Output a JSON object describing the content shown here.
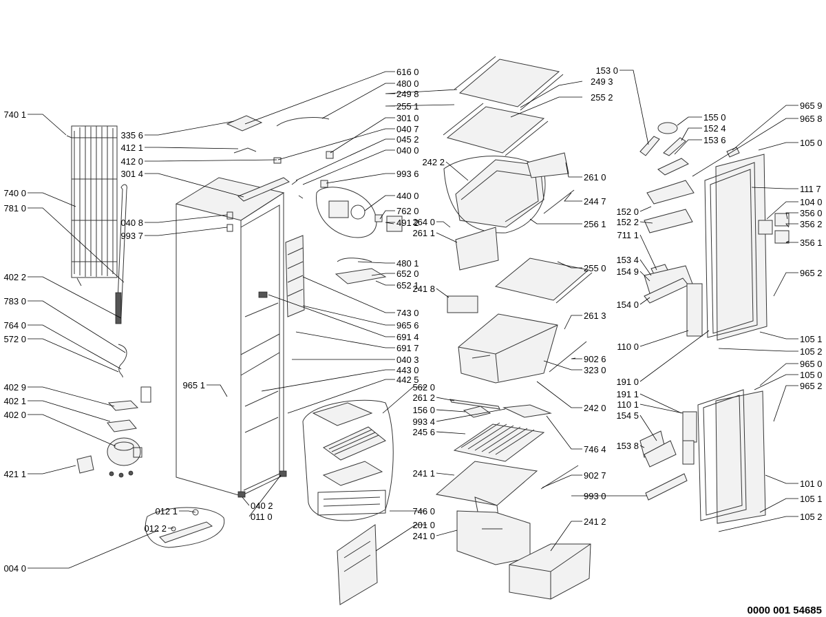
{
  "diagram_code": "0000 001 54685",
  "callouts": [
    {
      "id": "740-1",
      "text": "740 1"
    },
    {
      "id": "740-0",
      "text": "740 0"
    },
    {
      "id": "781-0",
      "text": "781 0"
    },
    {
      "id": "402-2",
      "text": "402 2"
    },
    {
      "id": "783-0",
      "text": "783 0"
    },
    {
      "id": "764-0",
      "text": "764 0"
    },
    {
      "id": "572-0",
      "text": "572 0"
    },
    {
      "id": "402-9",
      "text": "402 9"
    },
    {
      "id": "402-1",
      "text": "402 1"
    },
    {
      "id": "402-0",
      "text": "402 0"
    },
    {
      "id": "421-1",
      "text": "421 1"
    },
    {
      "id": "004-0",
      "text": "004 0"
    },
    {
      "id": "335-6",
      "text": "335 6"
    },
    {
      "id": "412-1",
      "text": "412 1"
    },
    {
      "id": "412-0",
      "text": "412 0"
    },
    {
      "id": "301-4",
      "text": "301 4"
    },
    {
      "id": "040-8",
      "text": "040 8"
    },
    {
      "id": "993-7",
      "text": "993 7"
    },
    {
      "id": "965-1a",
      "text": "965 1"
    },
    {
      "id": "012-1",
      "text": "012 1"
    },
    {
      "id": "012-2",
      "text": "012 2"
    },
    {
      "id": "040-2",
      "text": "040 2"
    },
    {
      "id": "011-0",
      "text": "011 0"
    },
    {
      "id": "616-0",
      "text": "616 0"
    },
    {
      "id": "480-0",
      "text": "480 0"
    },
    {
      "id": "249-8",
      "text": "249 8"
    },
    {
      "id": "255-1",
      "text": "255 1"
    },
    {
      "id": "301-0",
      "text": "301 0"
    },
    {
      "id": "040-7",
      "text": "040 7"
    },
    {
      "id": "045-2",
      "text": "045 2"
    },
    {
      "id": "040-0",
      "text": "040 0"
    },
    {
      "id": "242-2",
      "text": "242 2"
    },
    {
      "id": "993-6",
      "text": "993 6"
    },
    {
      "id": "440-0",
      "text": "440 0"
    },
    {
      "id": "762-0",
      "text": "762 0"
    },
    {
      "id": "491-2",
      "text": "491 2"
    },
    {
      "id": "264-0",
      "text": "264 0"
    },
    {
      "id": "261-1",
      "text": "261 1"
    },
    {
      "id": "480-1",
      "text": "480 1"
    },
    {
      "id": "652-0",
      "text": "652 0"
    },
    {
      "id": "652-1",
      "text": "652 1"
    },
    {
      "id": "743-0",
      "text": "743 0"
    },
    {
      "id": "965-6",
      "text": "965 6"
    },
    {
      "id": "691-4",
      "text": "691 4"
    },
    {
      "id": "691-7",
      "text": "691 7"
    },
    {
      "id": "040-3",
      "text": "040 3"
    },
    {
      "id": "443-0",
      "text": "443 0"
    },
    {
      "id": "442-5",
      "text": "442 5"
    },
    {
      "id": "241-8",
      "text": "241 8"
    },
    {
      "id": "562-0",
      "text": "562 0"
    },
    {
      "id": "261-2",
      "text": "261 2"
    },
    {
      "id": "156-0",
      "text": "156 0"
    },
    {
      "id": "993-4",
      "text": "993 4"
    },
    {
      "id": "245-6",
      "text": "245 6"
    },
    {
      "id": "241-1",
      "text": "241 1"
    },
    {
      "id": "746-0",
      "text": "746 0"
    },
    {
      "id": "201-0",
      "text": "201 0"
    },
    {
      "id": "241-0",
      "text": "241 0"
    },
    {
      "id": "249-3",
      "text": "249 3"
    },
    {
      "id": "255-2",
      "text": "255 2"
    },
    {
      "id": "261-0",
      "text": "261 0"
    },
    {
      "id": "244-7",
      "text": "244 7"
    },
    {
      "id": "256-1",
      "text": "256 1"
    },
    {
      "id": "255-0",
      "text": "255 0"
    },
    {
      "id": "261-3",
      "text": "261 3"
    },
    {
      "id": "902-6",
      "text": "902 6"
    },
    {
      "id": "323-0",
      "text": "323 0"
    },
    {
      "id": "242-0",
      "text": "242 0"
    },
    {
      "id": "746-4",
      "text": "746 4"
    },
    {
      "id": "902-7",
      "text": "902 7"
    },
    {
      "id": "993-0",
      "text": "993 0"
    },
    {
      "id": "241-2",
      "text": "241 2"
    },
    {
      "id": "153-0",
      "text": "153 0"
    },
    {
      "id": "155-0",
      "text": "155 0"
    },
    {
      "id": "152-4",
      "text": "152 4"
    },
    {
      "id": "153-6",
      "text": "153 6"
    },
    {
      "id": "152-0",
      "text": "152 0"
    },
    {
      "id": "152-2",
      "text": "152 2"
    },
    {
      "id": "711-1",
      "text": "711 1"
    },
    {
      "id": "153-4",
      "text": "153 4"
    },
    {
      "id": "154-9",
      "text": "154 9"
    },
    {
      "id": "154-0",
      "text": "154 0"
    },
    {
      "id": "110-0",
      "text": "110 0"
    },
    {
      "id": "191-0",
      "text": "191 0"
    },
    {
      "id": "191-1",
      "text": "191 1"
    },
    {
      "id": "110-1",
      "text": "110 1"
    },
    {
      "id": "154-5",
      "text": "154 5"
    },
    {
      "id": "153-8",
      "text": "153 8"
    },
    {
      "id": "965-9",
      "text": "965 9"
    },
    {
      "id": "965-8",
      "text": "965 8"
    },
    {
      "id": "105-0a",
      "text": "105 0"
    },
    {
      "id": "111-7",
      "text": "111 7"
    },
    {
      "id": "104-0",
      "text": "104 0"
    },
    {
      "id": "356-0",
      "text": "356 0"
    },
    {
      "id": "356-2",
      "text": "356 2"
    },
    {
      "id": "356-1",
      "text": "356 1"
    },
    {
      "id": "965-2a",
      "text": "965 2"
    },
    {
      "id": "105-1a",
      "text": "105 1"
    },
    {
      "id": "105-2a",
      "text": "105 2"
    },
    {
      "id": "965-0",
      "text": "965 0"
    },
    {
      "id": "105-0b",
      "text": "105 0"
    },
    {
      "id": "965-2b",
      "text": "965 2"
    },
    {
      "id": "101-0",
      "text": "101 0"
    },
    {
      "id": "105-1b",
      "text": "105 1"
    },
    {
      "id": "105-2b",
      "text": "105 2"
    }
  ]
}
